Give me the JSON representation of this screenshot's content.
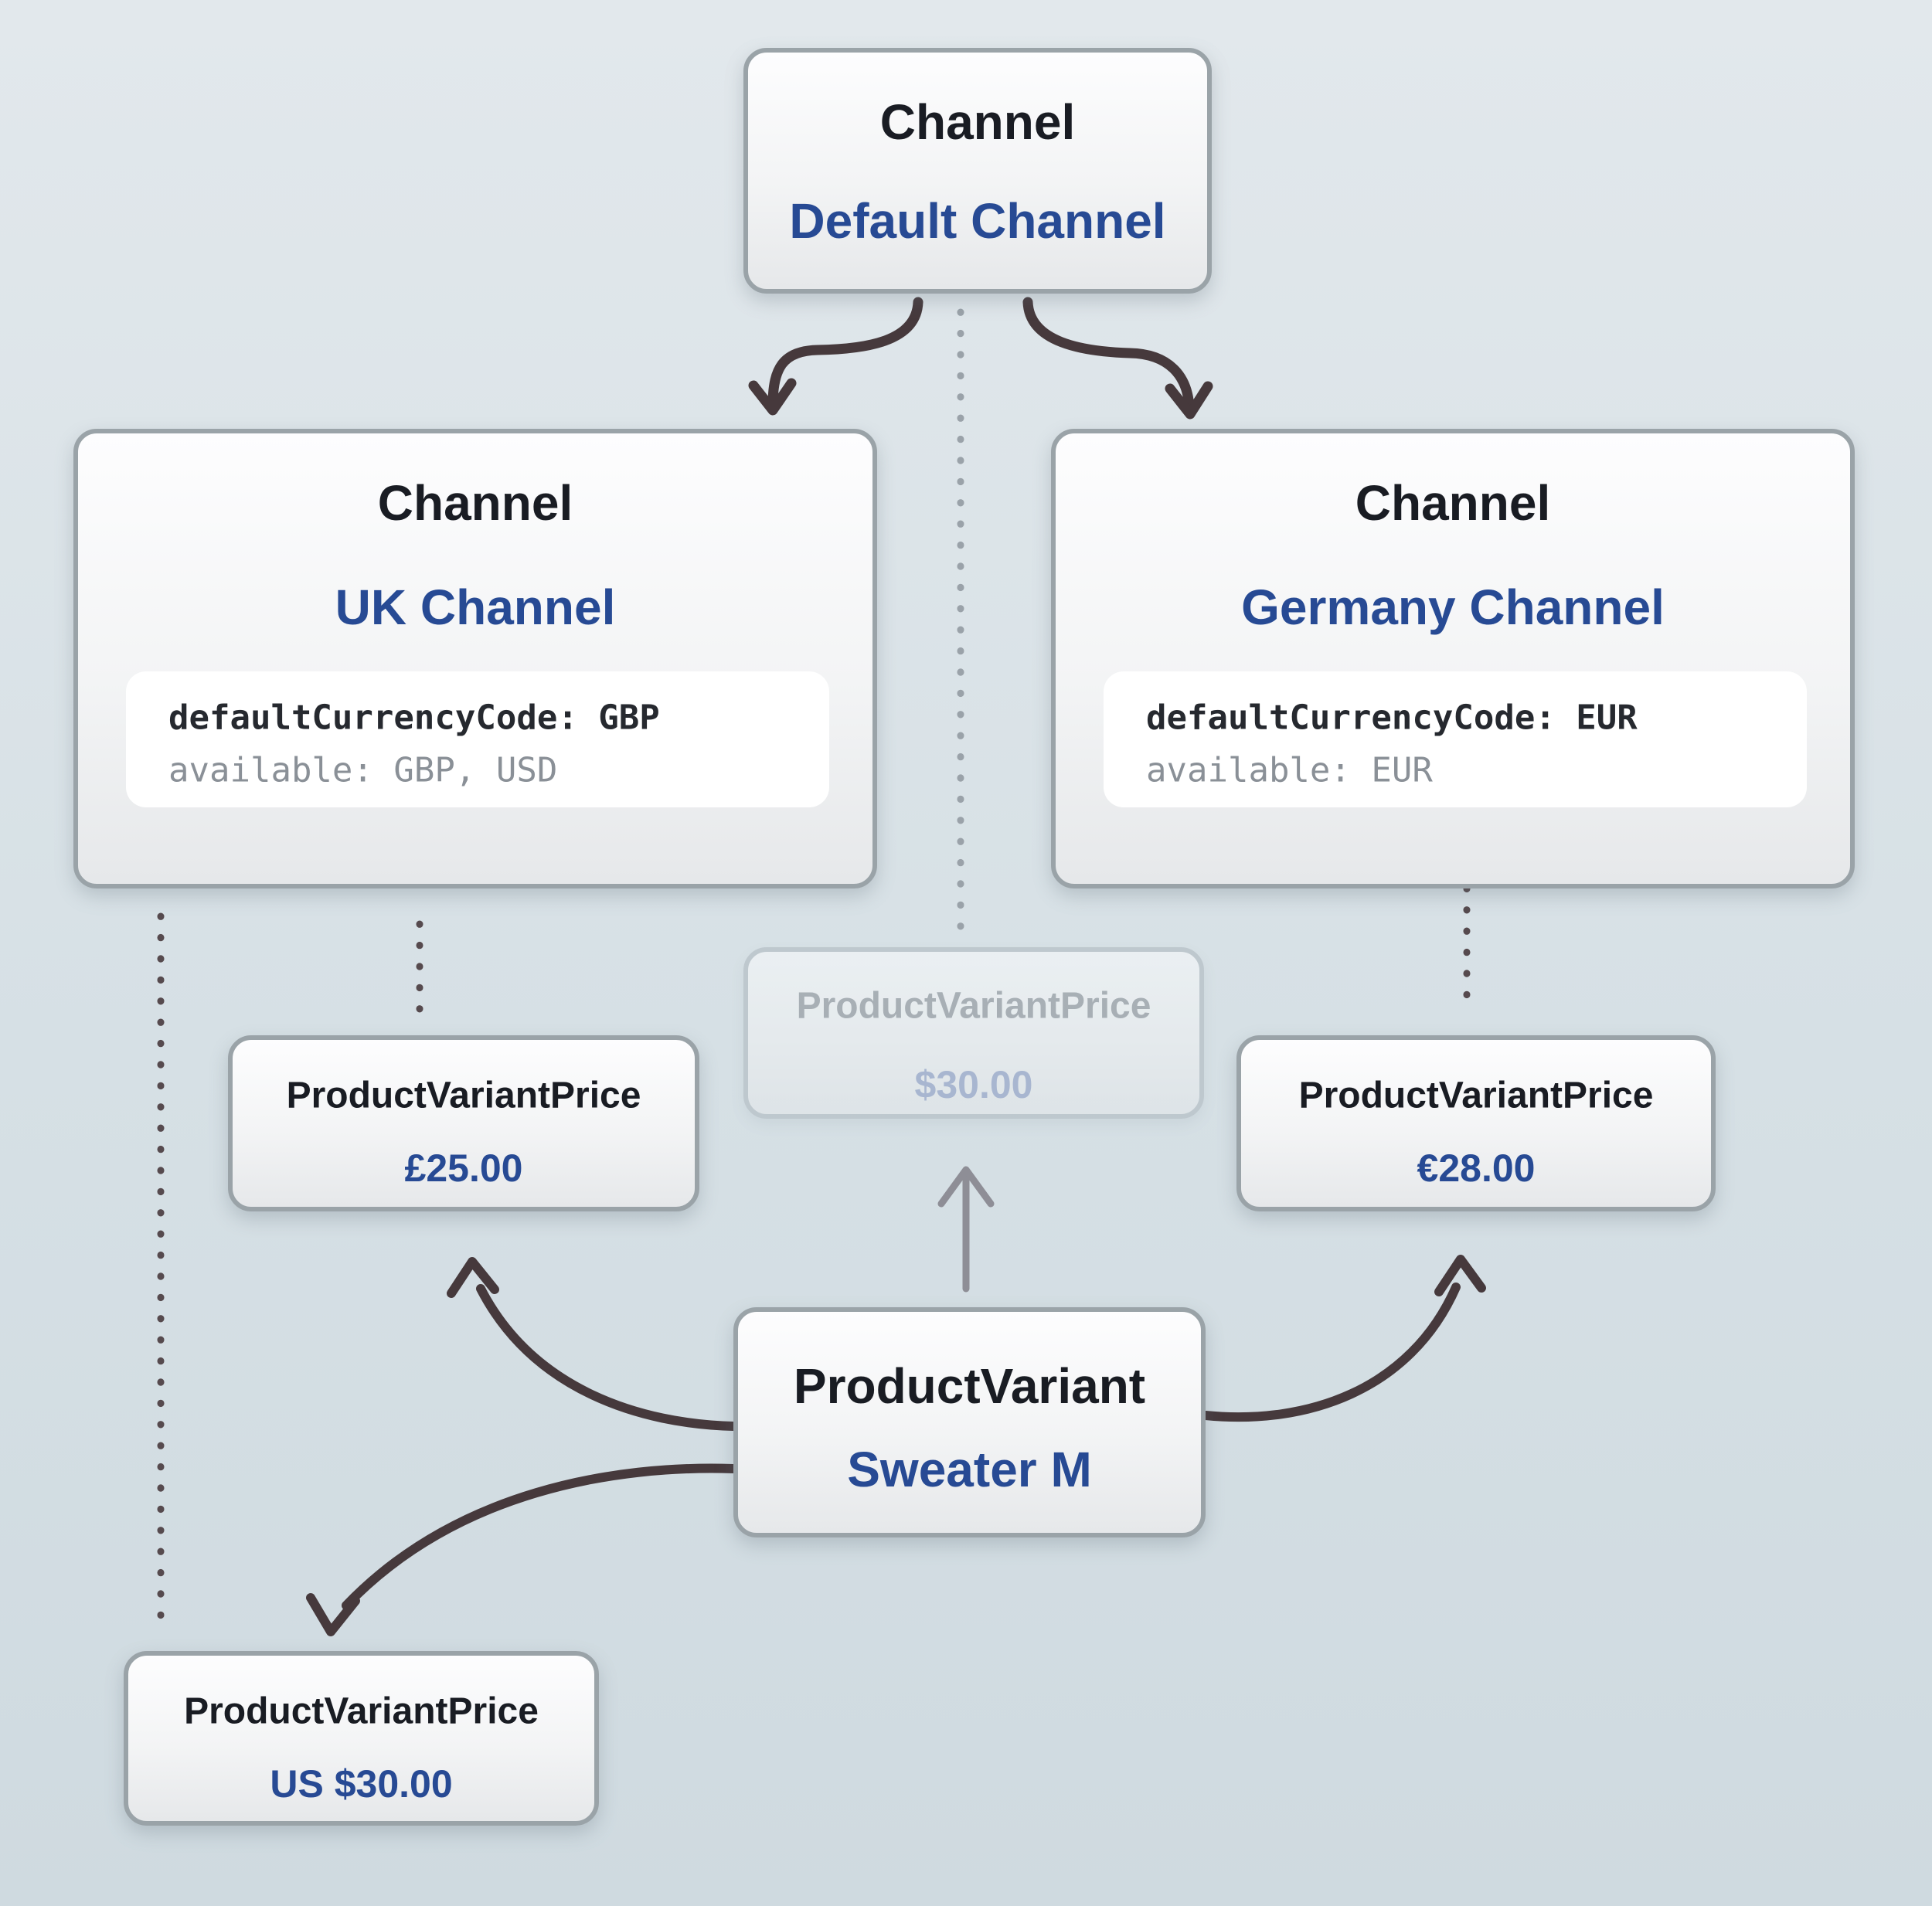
{
  "colors": {
    "accent_blue": "#274a94",
    "title_dark": "#191c23",
    "arrow_dark": "#46393c",
    "arrow_gray": "#8e8e96",
    "dot_light": "#9aa2a9",
    "dot_dark": "#564a4e",
    "code_dark": "#26292f",
    "code_gray": "#8a9097",
    "faded_title": "#7e848b",
    "faded_value": "#8091bd"
  },
  "nodes": {
    "default_channel": {
      "type_label": "Channel",
      "name": "Default Channel"
    },
    "uk_channel": {
      "type_label": "Channel",
      "name": "UK Channel",
      "code_primary": "defaultCurrencyCode: GBP",
      "code_secondary": "available: GBP, USD"
    },
    "germany_channel": {
      "type_label": "Channel",
      "name": "Germany Channel",
      "code_primary": "defaultCurrencyCode: EUR",
      "code_secondary": "available: EUR"
    },
    "default_price": {
      "type_label": "ProductVariantPrice",
      "value": "$30.00"
    },
    "uk_price": {
      "type_label": "ProductVariantPrice",
      "value": "£25.00"
    },
    "germany_price": {
      "type_label": "ProductVariantPrice",
      "value": "€28.00"
    },
    "us_price": {
      "type_label": "ProductVariantPrice",
      "value": "US $30.00"
    },
    "product_variant": {
      "type_label": "ProductVariant",
      "name": "Sweater M"
    }
  },
  "edges": [
    {
      "from": "default_channel",
      "to": "uk_channel",
      "style": "solid-arrow-dark"
    },
    {
      "from": "default_channel",
      "to": "germany_channel",
      "style": "solid-arrow-dark"
    },
    {
      "from": "default_channel",
      "to": "default_price",
      "style": "dotted-light"
    },
    {
      "from": "uk_channel",
      "to": "uk_price",
      "style": "dotted-dark"
    },
    {
      "from": "uk_channel",
      "to": "us_price",
      "style": "dotted-dark"
    },
    {
      "from": "germany_channel",
      "to": "germany_price",
      "style": "dotted-dark"
    },
    {
      "from": "product_variant",
      "to": "default_price",
      "style": "solid-arrow-gray"
    },
    {
      "from": "product_variant",
      "to": "uk_price",
      "style": "solid-arrow-dark"
    },
    {
      "from": "product_variant",
      "to": "us_price",
      "style": "solid-arrow-dark"
    },
    {
      "from": "product_variant",
      "to": "germany_price",
      "style": "solid-arrow-dark"
    }
  ]
}
